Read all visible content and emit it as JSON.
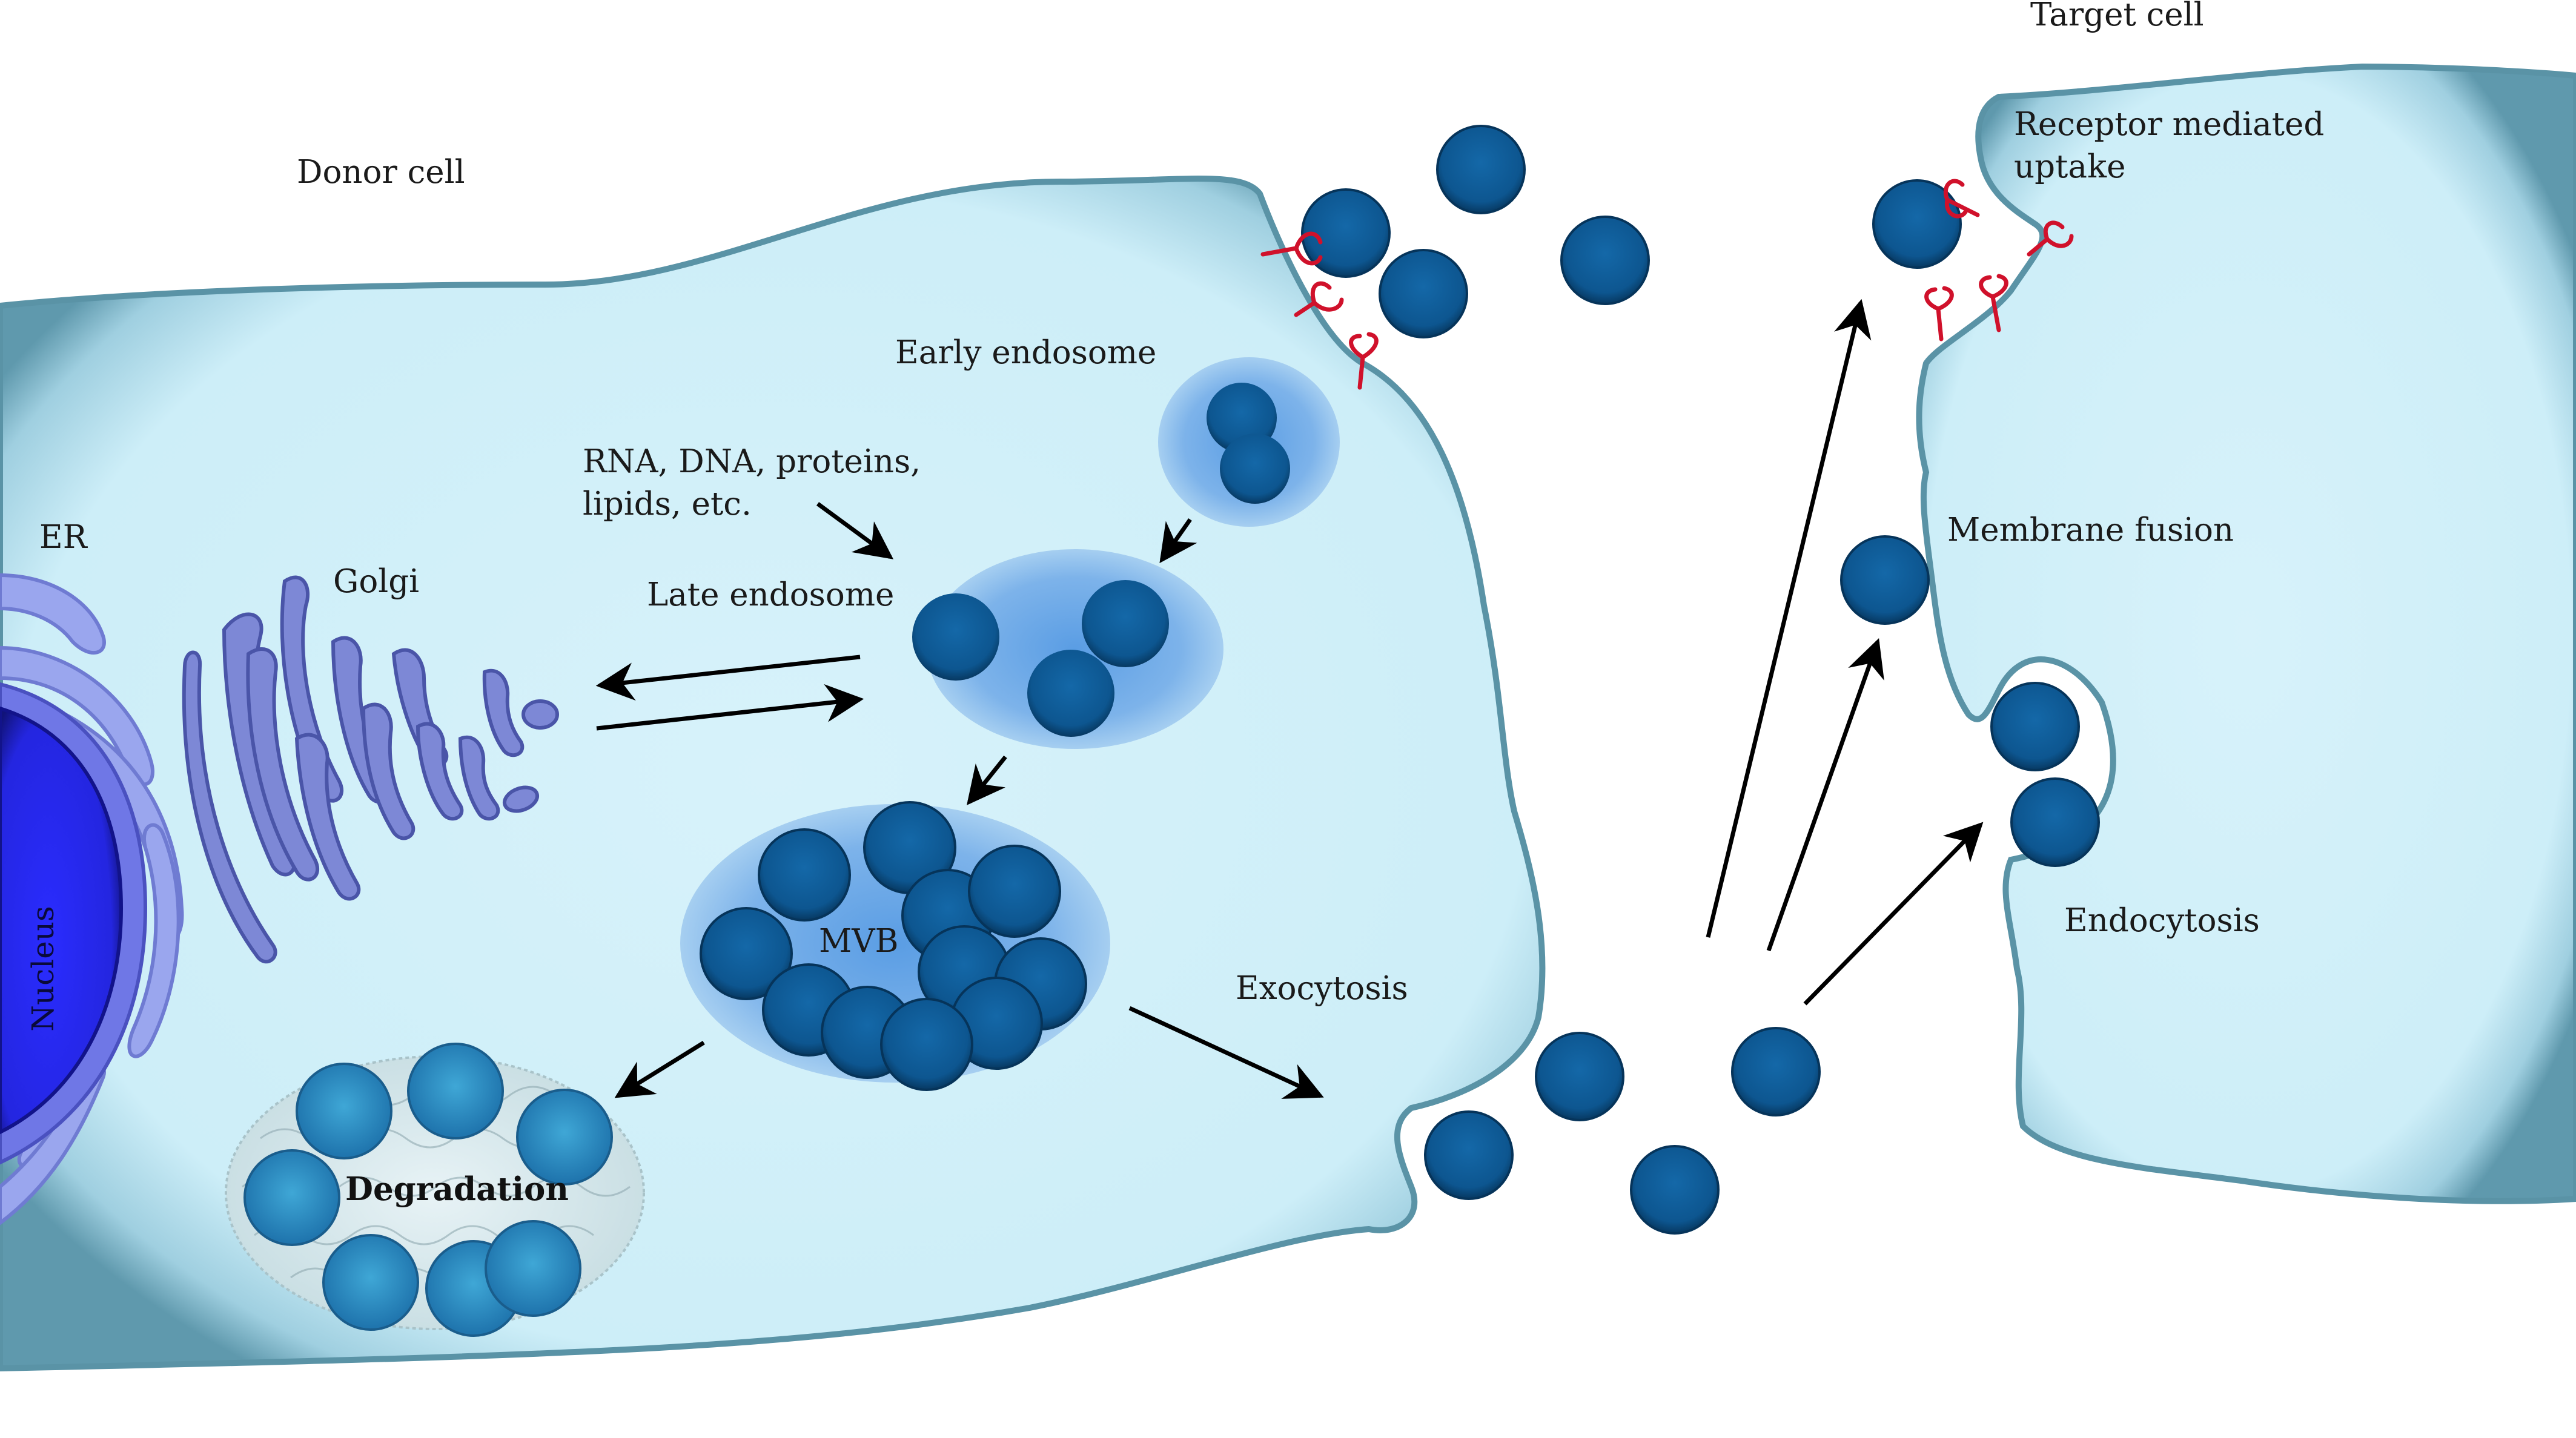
{
  "labels": {
    "target_cell": "Target cell",
    "donor_cell": "Donor cell",
    "receptor_mediated_uptake_line1": "Receptor mediated",
    "receptor_mediated_uptake_line2": "uptake",
    "early_endosome": "Early endosome",
    "cargo_line1": "RNA, DNA, proteins,",
    "cargo_line2": "lipids, etc.",
    "er": "ER",
    "golgi": "Golgi",
    "late_endosome": "Late endosome",
    "membrane_fusion": "Membrane fusion",
    "nucleus": "Nucleus",
    "mvb": "MVB",
    "exocytosis": "Exocytosis",
    "endocytosis": "Endocytosis",
    "degradation": "Degradation"
  },
  "colors": {
    "cytoplasm": "#d3f0f8",
    "cytoplasm_edge": "#4e889b",
    "vesicle_fill": "#0f5c99",
    "vesicle_dark": "#07365d",
    "endosome_fill": "#8ebfec",
    "golgi_fill": "#7d88d6",
    "golgi_edge": "#4a55a8",
    "er_fill": "#9aa6ee",
    "nucleus_fill": "#2d2ff0",
    "receptor": "#d0112b",
    "arrow": "#000000"
  }
}
